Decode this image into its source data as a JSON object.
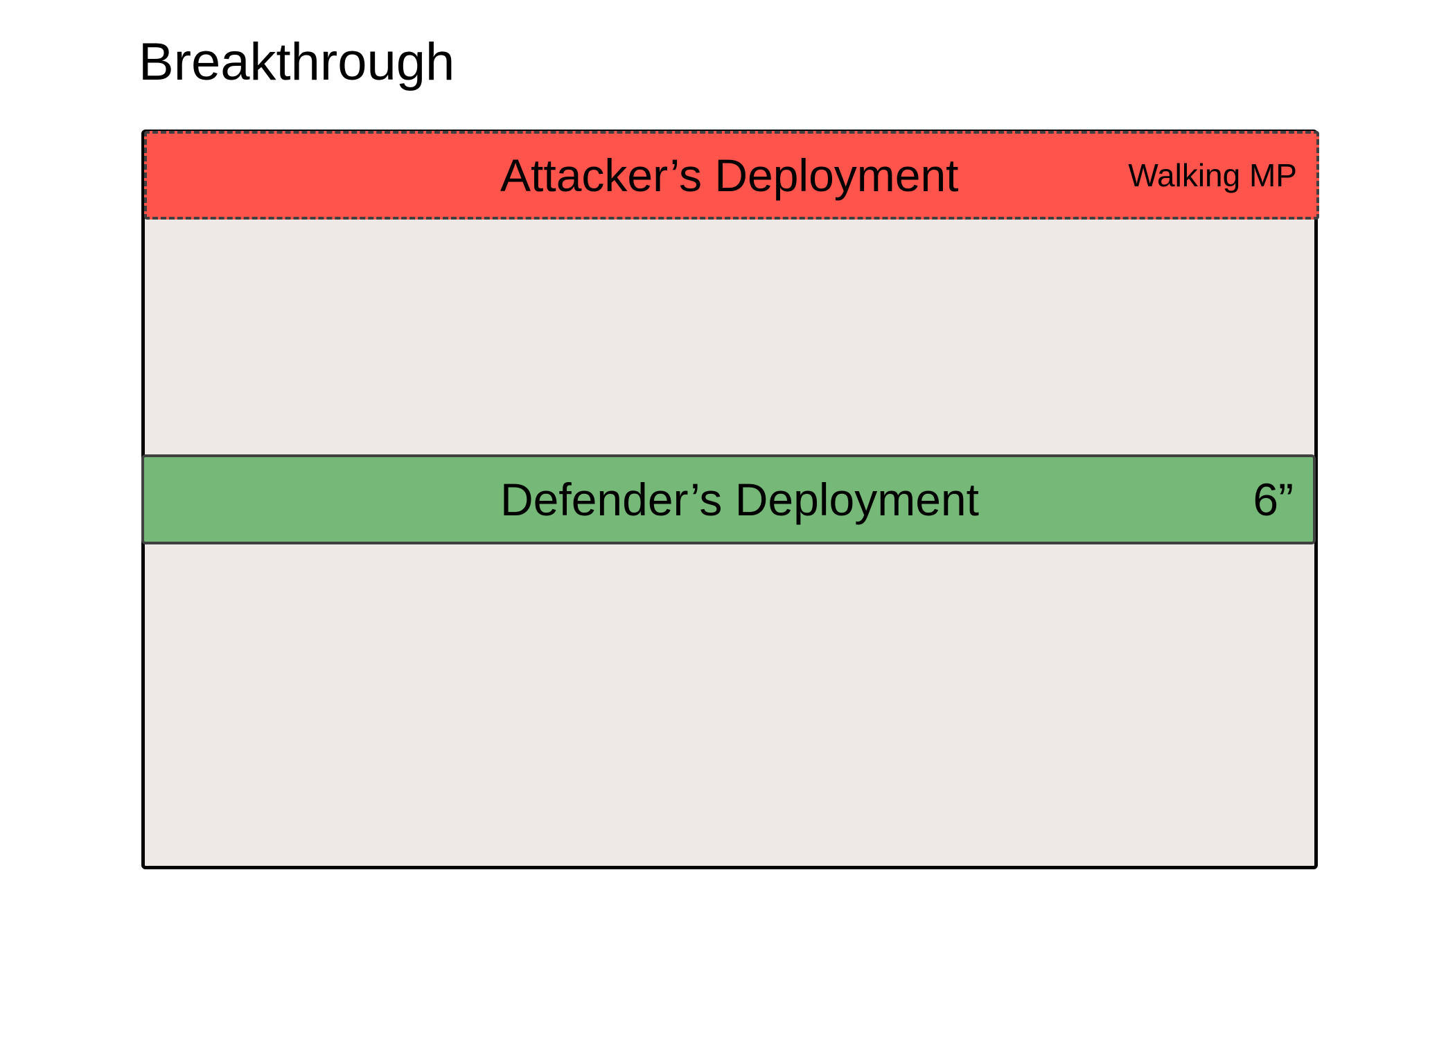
{
  "title": "Breakthrough",
  "colors": {
    "board_fill": "#eee9e6",
    "board_border": "#000000",
    "attacker_fill": "#fe544b",
    "defender_fill": "#76b877",
    "zone_border": "#404040"
  },
  "zones": {
    "attacker": {
      "label": "Attacker’s Deployment",
      "depth": "Walking MP",
      "border_style": "dashed"
    },
    "defender": {
      "label": "Defender’s Deployment",
      "depth": "6”",
      "border_style": "solid"
    }
  }
}
